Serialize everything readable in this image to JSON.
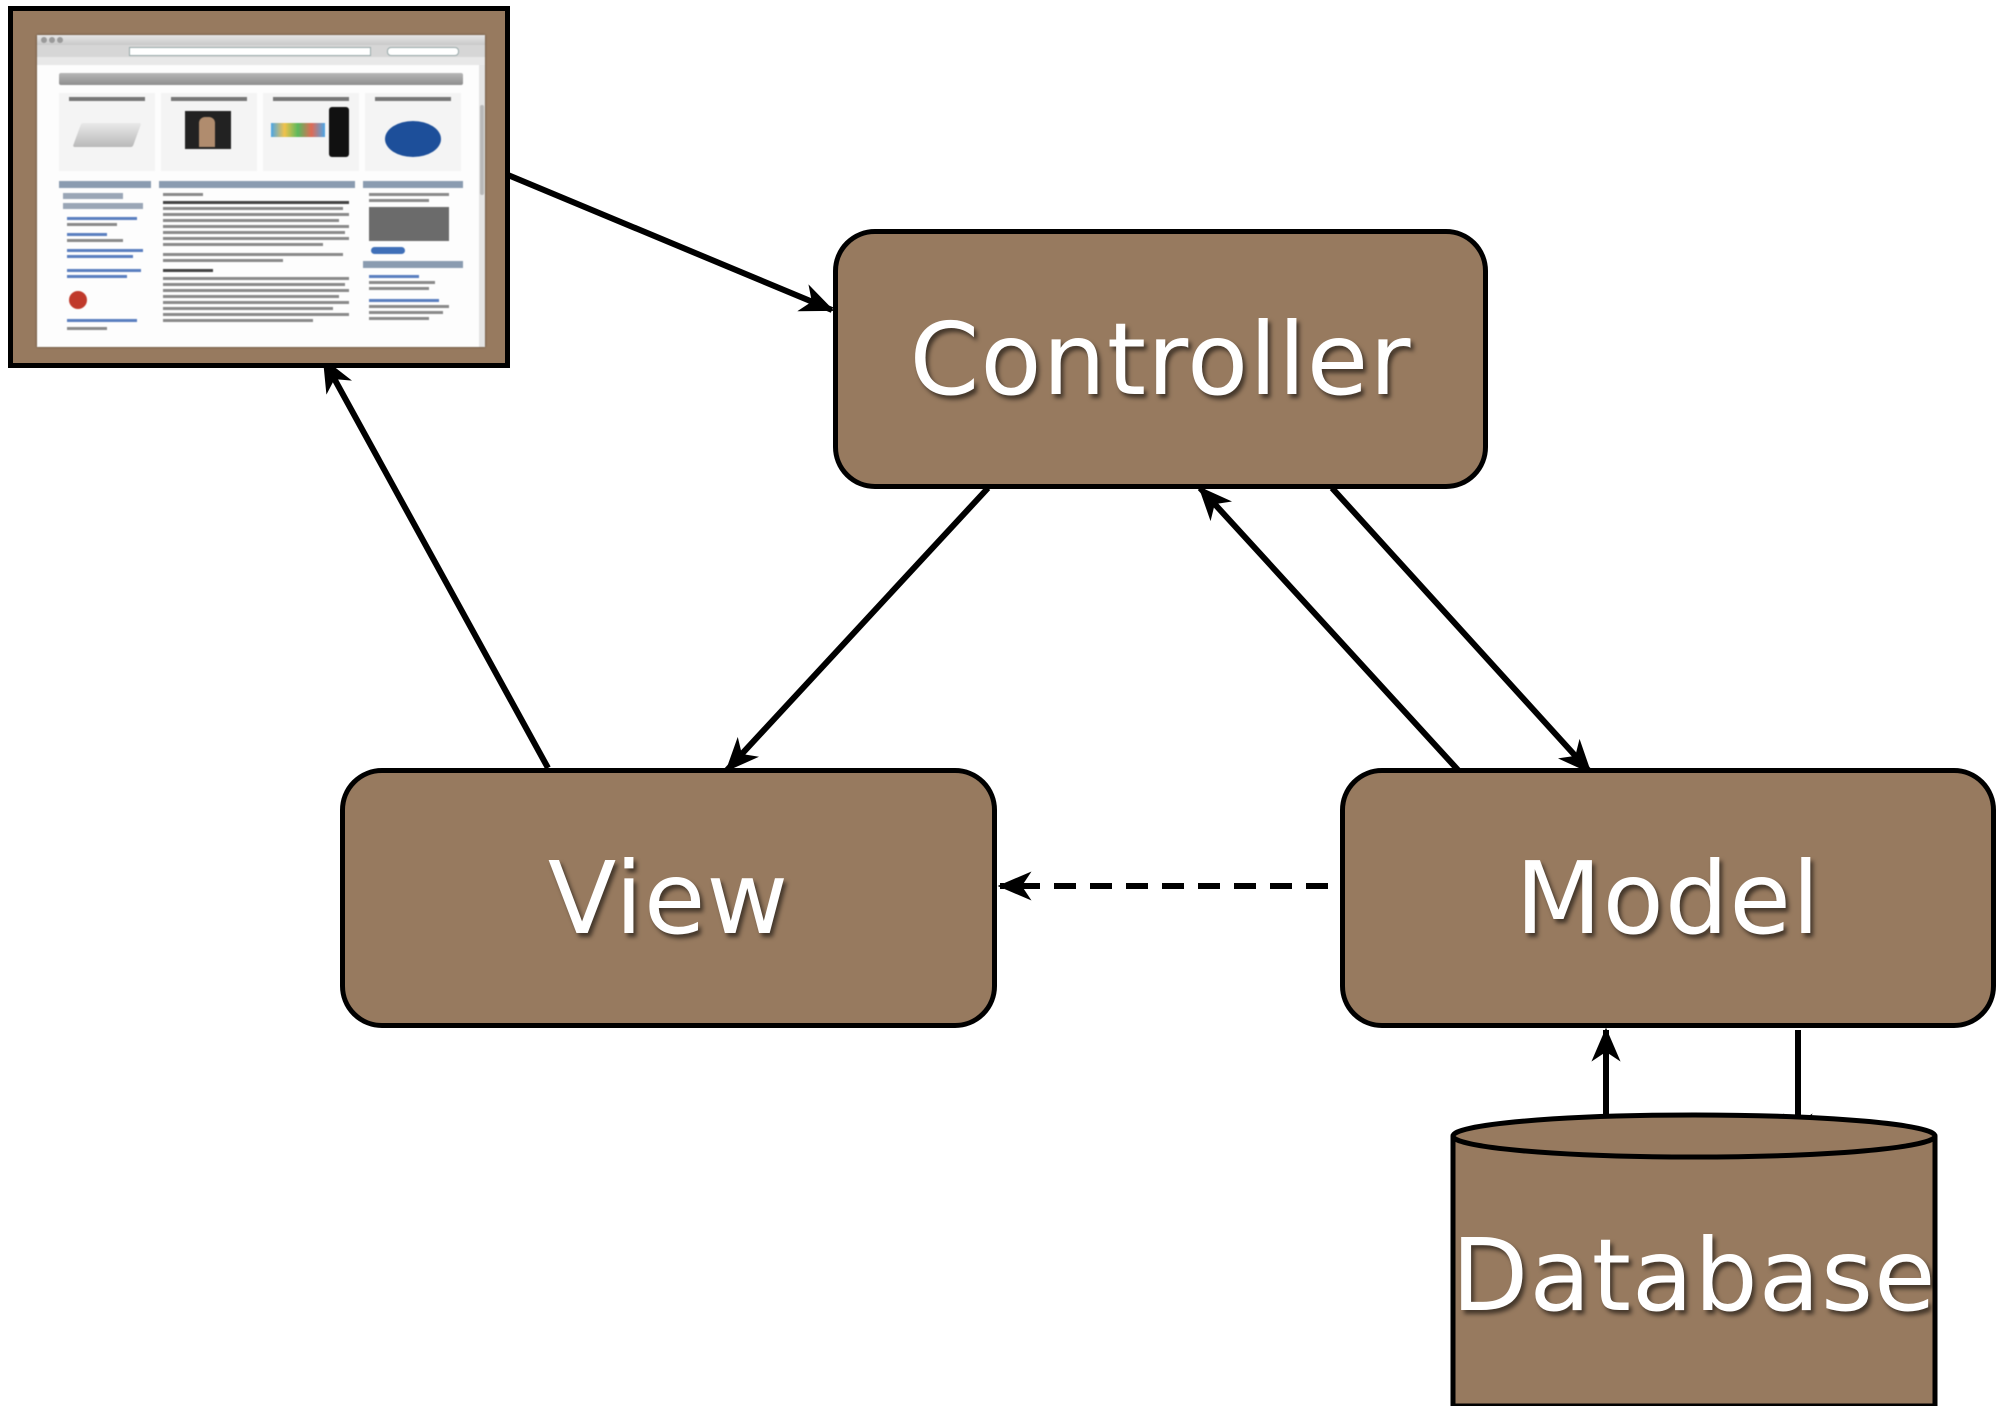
{
  "diagram": {
    "nodes": {
      "controller": {
        "label": "Controller"
      },
      "view": {
        "label": "View"
      },
      "model": {
        "label": "Model"
      },
      "database": {
        "label": "Database"
      }
    },
    "edges": [
      {
        "from": "browser",
        "to": "controller",
        "style": "solid"
      },
      {
        "from": "controller",
        "to": "view",
        "style": "solid"
      },
      {
        "from": "view",
        "to": "browser",
        "style": "solid"
      },
      {
        "from": "model",
        "to": "controller",
        "style": "solid"
      },
      {
        "from": "controller",
        "to": "model",
        "style": "solid"
      },
      {
        "from": "model",
        "to": "view",
        "style": "dashed"
      },
      {
        "from": "database",
        "to": "model",
        "style": "solid"
      },
      {
        "from": "model",
        "to": "database",
        "style": "solid"
      }
    ],
    "colors": {
      "node_fill": "#977a5f",
      "node_stroke": "#000000",
      "label_text": "#ffffff",
      "arrow": "#000000"
    },
    "icons": {
      "browser": "web-browser-screenshot-icon"
    }
  }
}
